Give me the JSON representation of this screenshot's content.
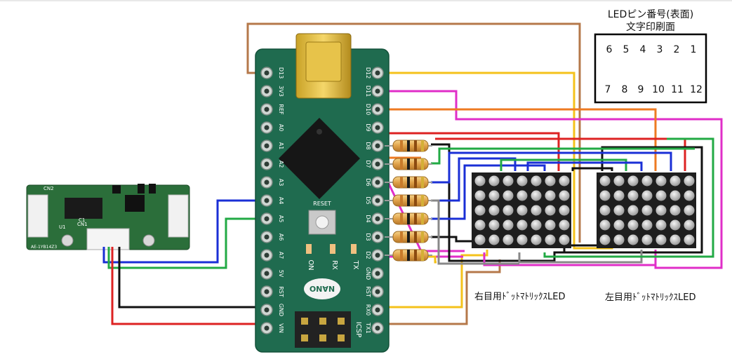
{
  "pin_box": {
    "title_line1": "LEDピン番号(表面)",
    "title_line2": "文字印刷面",
    "top_row": [
      "6",
      "5",
      "4",
      "3",
      "2",
      "1"
    ],
    "bottom_row": [
      "7",
      "8",
      "9",
      "10",
      "11",
      "12"
    ]
  },
  "labels": {
    "right_eye": "右目用ﾄﾞｯﾄﾏﾄﾘｯｸｽLED",
    "left_eye": "左目用ﾄﾞｯﾄﾏﾄﾘｯｸｽLED"
  },
  "arduino": {
    "model": "NANO",
    "reset": "RESET",
    "icsp": "ICSP",
    "left_pins": [
      "D13",
      "3V3",
      "REF",
      "A0",
      "A1",
      "A2",
      "A3",
      "A4",
      "A5",
      "A6",
      "A7",
      "5V",
      "RST",
      "GND",
      "VIN"
    ],
    "right_pins": [
      "D12",
      "D11",
      "D10",
      "D9",
      "D8",
      "D7",
      "D6",
      "D5",
      "D4",
      "D3",
      "D2",
      "GND",
      "RST",
      "RX0",
      "TX1"
    ],
    "leds": [
      "ON",
      "RX",
      "TX"
    ]
  },
  "module": {
    "cn2": "CN2",
    "cn1": "CN1",
    "c1": "C1",
    "u1": "U1",
    "part": "AE-1YB14Z3"
  },
  "colors": {
    "board": "#1f6b4f",
    "wire_red": "#dd2222",
    "wire_black": "#111111",
    "wire_blue": "#1a2fd6",
    "wire_green": "#22aa44",
    "wire_yellow": "#f4c21b",
    "wire_magenta": "#e02ec8",
    "wire_orange": "#ee7a22",
    "wire_brown": "#b5784a",
    "wire_gray": "#888888"
  }
}
